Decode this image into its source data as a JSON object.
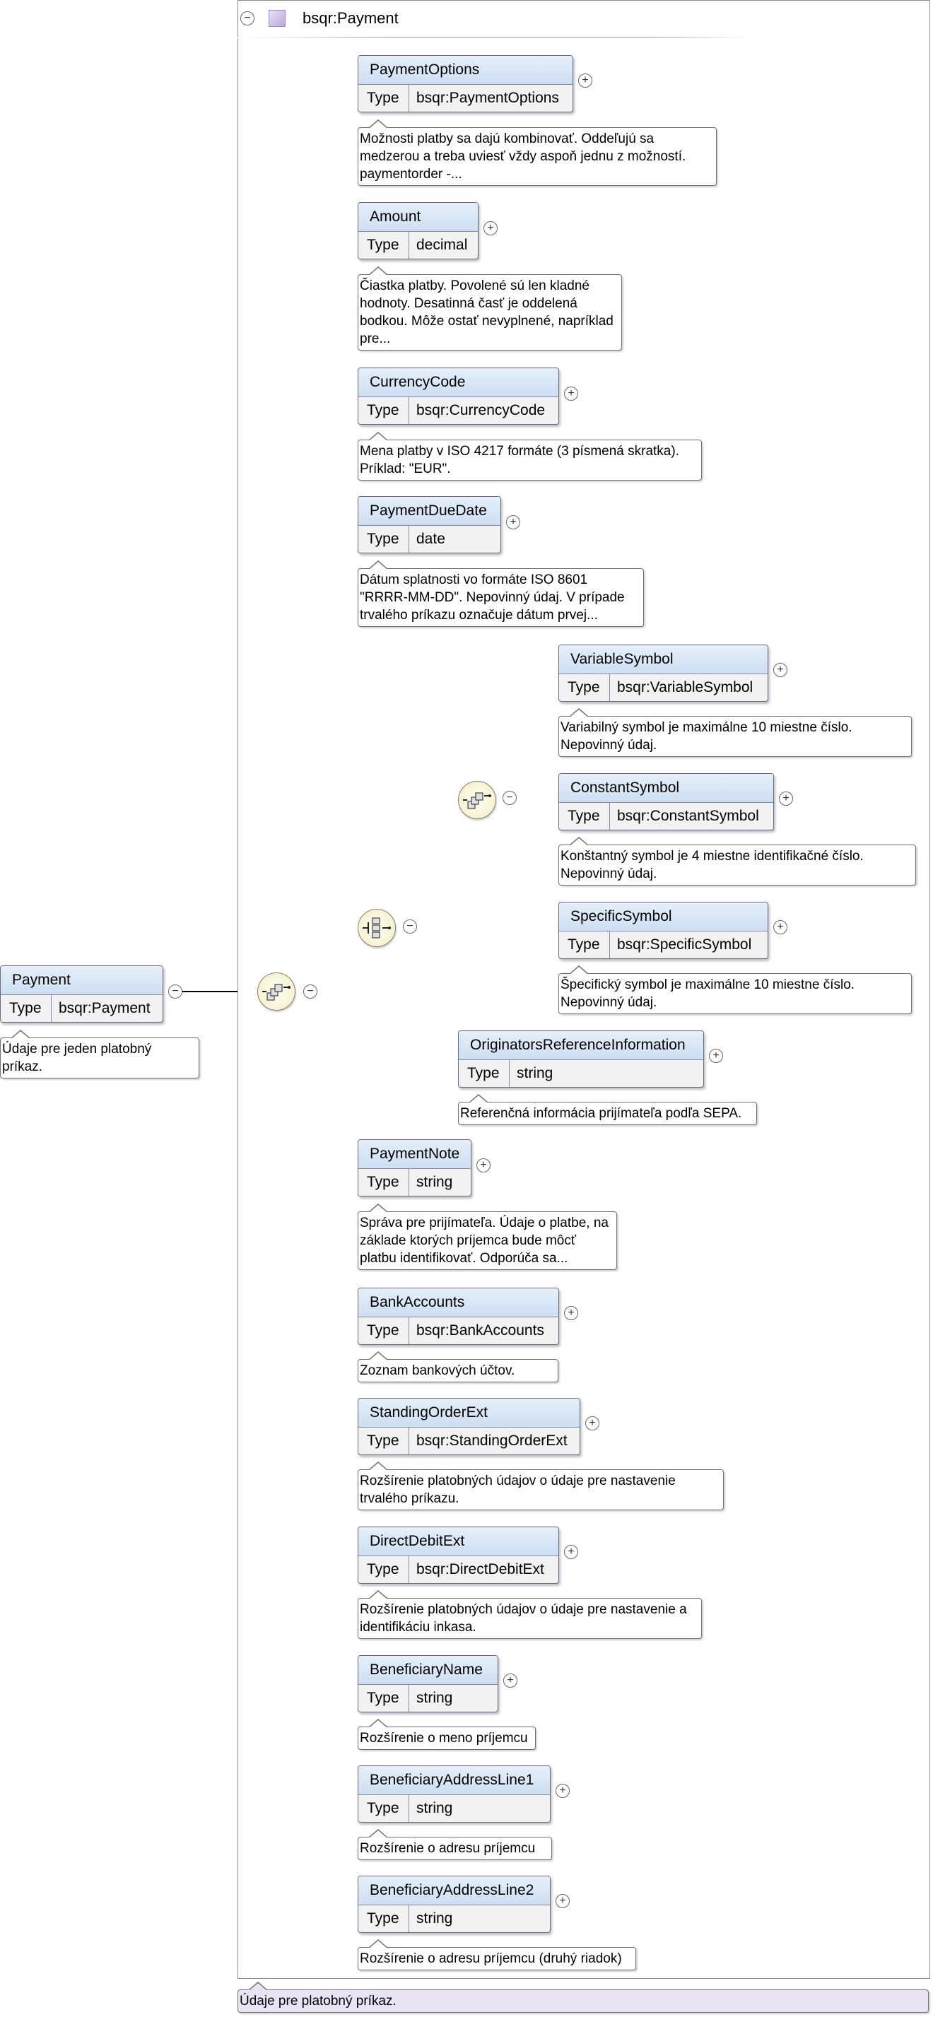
{
  "root": {
    "name": "Payment",
    "type_label": "Type",
    "type": "bsqr:Payment",
    "doc": "Údaje pre jeden platobný príkaz."
  },
  "complex_type": {
    "name": "bsqr:Payment",
    "doc": "Údaje pre platobný príkaz."
  },
  "elements": [
    {
      "name": "PaymentOptions",
      "type_label": "Type",
      "type": "bsqr:PaymentOptions",
      "doc": "Možnosti platby sa dajú kombinovať. Oddeľujú sa medzerou a treba uviesť vždy aspoň jednu z možností. paymentorder -..."
    },
    {
      "name": "Amount",
      "type_label": "Type",
      "type": "decimal",
      "doc": "Čiastka platby. Povolené sú len kladné hodnoty. Desatinná časť je oddelená bodkou. Môže ostať nevyplnené, napríklad pre..."
    },
    {
      "name": "CurrencyCode",
      "type_label": "Type",
      "type": "bsqr:CurrencyCode",
      "doc": "Mena platby v ISO 4217 formáte (3 písmená skratka). Príklad: \"EUR\"."
    },
    {
      "name": "PaymentDueDate",
      "type_label": "Type",
      "type": "date",
      "doc": "Dátum splatnosti vo formáte ISO 8601 \"RRRR-MM-DD\". Nepovinný údaj. V prípade trvalého príkazu označuje dátum prvej..."
    },
    {
      "name": "VariableSymbol",
      "type_label": "Type",
      "type": "bsqr:VariableSymbol",
      "doc": "Variabilný symbol je maximálne 10 miestne číslo. Nepovinný údaj."
    },
    {
      "name": "ConstantSymbol",
      "type_label": "Type",
      "type": "bsqr:ConstantSymbol",
      "doc": "Konštantný symbol je 4 miestne identifikačné číslo. Nepovinný údaj."
    },
    {
      "name": "SpecificSymbol",
      "type_label": "Type",
      "type": "bsqr:SpecificSymbol",
      "doc": "Špecifický symbol je maximálne 10 miestne číslo. Nepovinný údaj."
    },
    {
      "name": "OriginatorsReferenceInformation",
      "type_label": "Type",
      "type": "string",
      "doc": "Referenčná informácia prijímateľa podľa SEPA."
    },
    {
      "name": "PaymentNote",
      "type_label": "Type",
      "type": "string",
      "doc": "Správa pre prijímateľa. Údaje o platbe, na základe ktorých príjemca bude môcť platbu identifikovať. Odporúča sa..."
    },
    {
      "name": "BankAccounts",
      "type_label": "Type",
      "type": "bsqr:BankAccounts",
      "doc": "Zoznam bankových účtov."
    },
    {
      "name": "StandingOrderExt",
      "type_label": "Type",
      "type": "bsqr:StandingOrderExt",
      "doc": "Rozšírenie platobných údajov o údaje pre nastavenie trvalého príkazu."
    },
    {
      "name": "DirectDebitExt",
      "type_label": "Type",
      "type": "bsqr:DirectDebitExt",
      "doc": "Rozšírenie platobných údajov o údaje pre nastavenie a identifikáciu inkasa."
    },
    {
      "name": "BeneficiaryName",
      "type_label": "Type",
      "type": "string",
      "doc": "Rozšírenie o meno príjemcu"
    },
    {
      "name": "BeneficiaryAddressLine1",
      "type_label": "Type",
      "type": "string",
      "doc": "Rozšírenie o adresu príjemcu"
    },
    {
      "name": "BeneficiaryAddressLine2",
      "type_label": "Type",
      "type": "string",
      "doc": "Rozšírenie o adresu príjemcu (druhý riadok)"
    }
  ],
  "icons": {
    "collapse": "minus-circle-icon",
    "expand": "plus-circle-icon",
    "sequence": "sequence-compositor-icon",
    "choice": "choice-compositor-icon",
    "complex_type": "complex-type-icon"
  },
  "colors": {
    "element_header": "#d6e4f5",
    "compositor": "#f7f2d6",
    "bottom_doc": "#e8e4f4"
  }
}
